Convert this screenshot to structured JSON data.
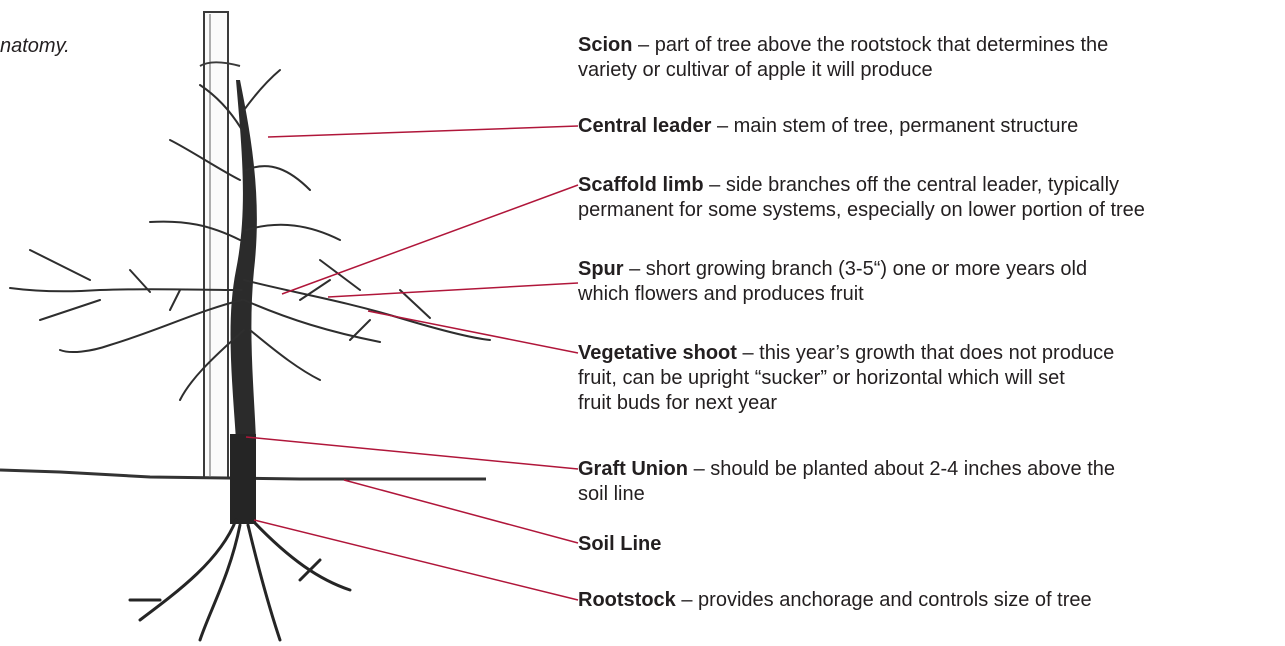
{
  "caption": "natomy.",
  "leader_color": "#b0163a",
  "labels": [
    {
      "term": "Scion",
      "lines": [
        "– part of tree above the rootstock that determines the",
        "variety or cultivar of apple it will produce"
      ]
    },
    {
      "term": "Central leader",
      "lines": [
        "– main stem of tree, permanent structure"
      ]
    },
    {
      "term": "Scaffold limb",
      "lines": [
        "– side branches off the central leader, typically",
        "permanent for some systems, especially on lower portion of tree"
      ]
    },
    {
      "term": "Spur",
      "lines": [
        "– short growing branch (3-5“) one or more years old",
        "which flowers and produces fruit"
      ]
    },
    {
      "term": "Vegetative shoot",
      "lines": [
        "– this year’s growth that does not produce",
        "fruit, can be upright “sucker” or horizontal which will set",
        "fruit buds for next year"
      ]
    },
    {
      "term": "Graft Union",
      "lines": [
        "– should be planted about 2-4 inches above the",
        "soil line"
      ]
    },
    {
      "term": "Soil Line",
      "lines": []
    },
    {
      "term": "Rootstock",
      "lines": [
        "– provides anchorage and controls size of tree"
      ]
    }
  ]
}
